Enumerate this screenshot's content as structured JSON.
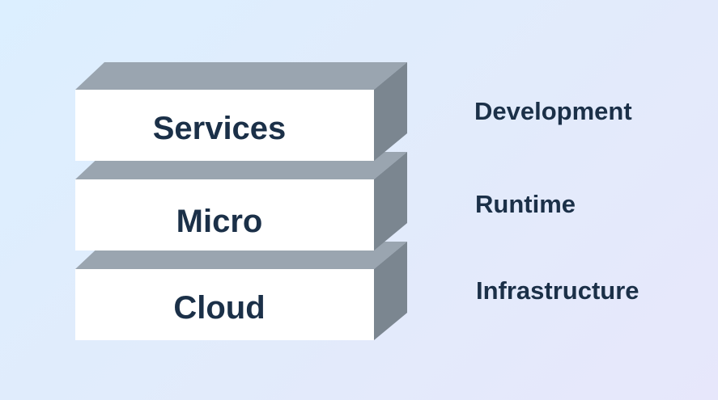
{
  "stack": {
    "layers": [
      {
        "label": "Services",
        "role": "Development"
      },
      {
        "label": "Micro",
        "role": "Runtime"
      },
      {
        "label": "Cloud",
        "role": "Infrastructure"
      }
    ]
  },
  "colors": {
    "background": "#dfedfd",
    "front_face": "#ffffff",
    "top_face": "#9aa5b0",
    "side_face": "#7b8690",
    "text": "#1b3048"
  }
}
